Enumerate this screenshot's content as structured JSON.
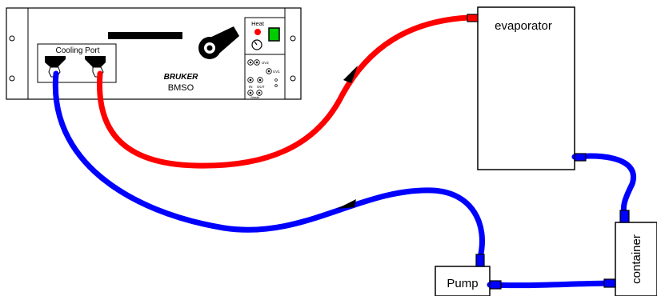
{
  "device": {
    "brand": "BRUKER",
    "model": "BMSO",
    "cooling_port_label": "Cooling Port",
    "heat_label": "Heat",
    "panel_labels": {
      "uv2": "UV2",
      "uv1": "UV1",
      "in": "IN",
      "out": "OUT",
      "waste": "Waste"
    }
  },
  "components": {
    "evaporator": "evaporator",
    "pump": "Pump",
    "container": "container"
  },
  "colors": {
    "hot_line": "#ff0000",
    "cold_line": "#0000ff",
    "heat_led": "#ff0000",
    "power_switch": "#00cc00",
    "outline": "#000000"
  }
}
